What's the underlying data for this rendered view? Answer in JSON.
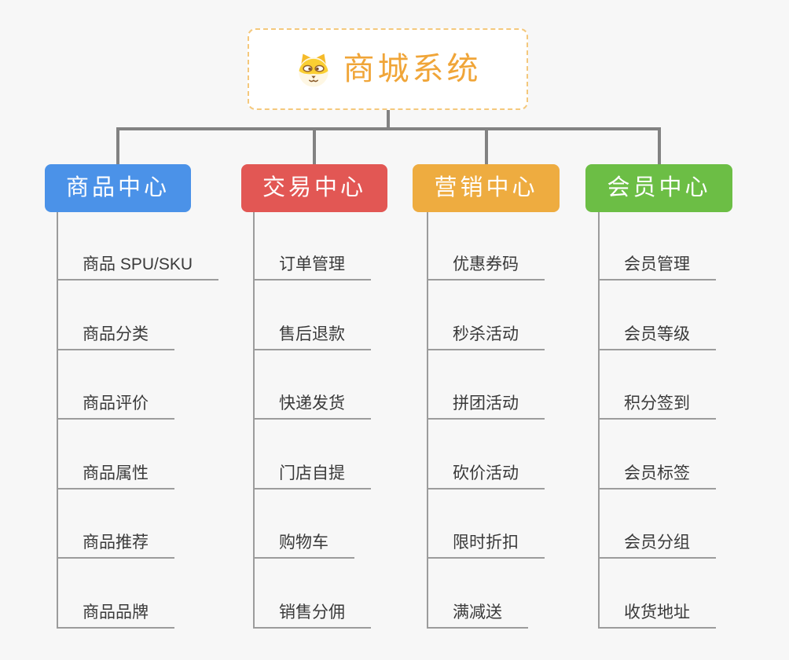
{
  "root": {
    "title": "商城系统",
    "title_color": "#F0A538",
    "icon": "dog-face-icon",
    "border_color": "#F4C87C"
  },
  "palette": {
    "background": "#F7F7F7",
    "thick_connector": "#828282",
    "thin_connector": "#9C9C9C",
    "leaf_text": "#3A3A3A"
  },
  "branches": [
    {
      "label": "商品中心",
      "color": "#4B92E8",
      "items": [
        "商品 SPU/SKU",
        "商品分类",
        "商品评价",
        "商品属性",
        "商品推荐",
        "商品品牌"
      ]
    },
    {
      "label": "交易中心",
      "color": "#E25754",
      "items": [
        "订单管理",
        "售后退款",
        "快递发货",
        "门店自提",
        "购物车",
        "销售分佣"
      ]
    },
    {
      "label": "营销中心",
      "color": "#EEAC40",
      "items": [
        "优惠券码",
        "秒杀活动",
        "拼团活动",
        "砍价活动",
        "限时折扣",
        "满减送"
      ]
    },
    {
      "label": "会员中心",
      "color": "#6CBE45",
      "items": [
        "会员管理",
        "会员等级",
        "积分签到",
        "会员标签",
        "会员分组",
        "收货地址"
      ]
    }
  ]
}
